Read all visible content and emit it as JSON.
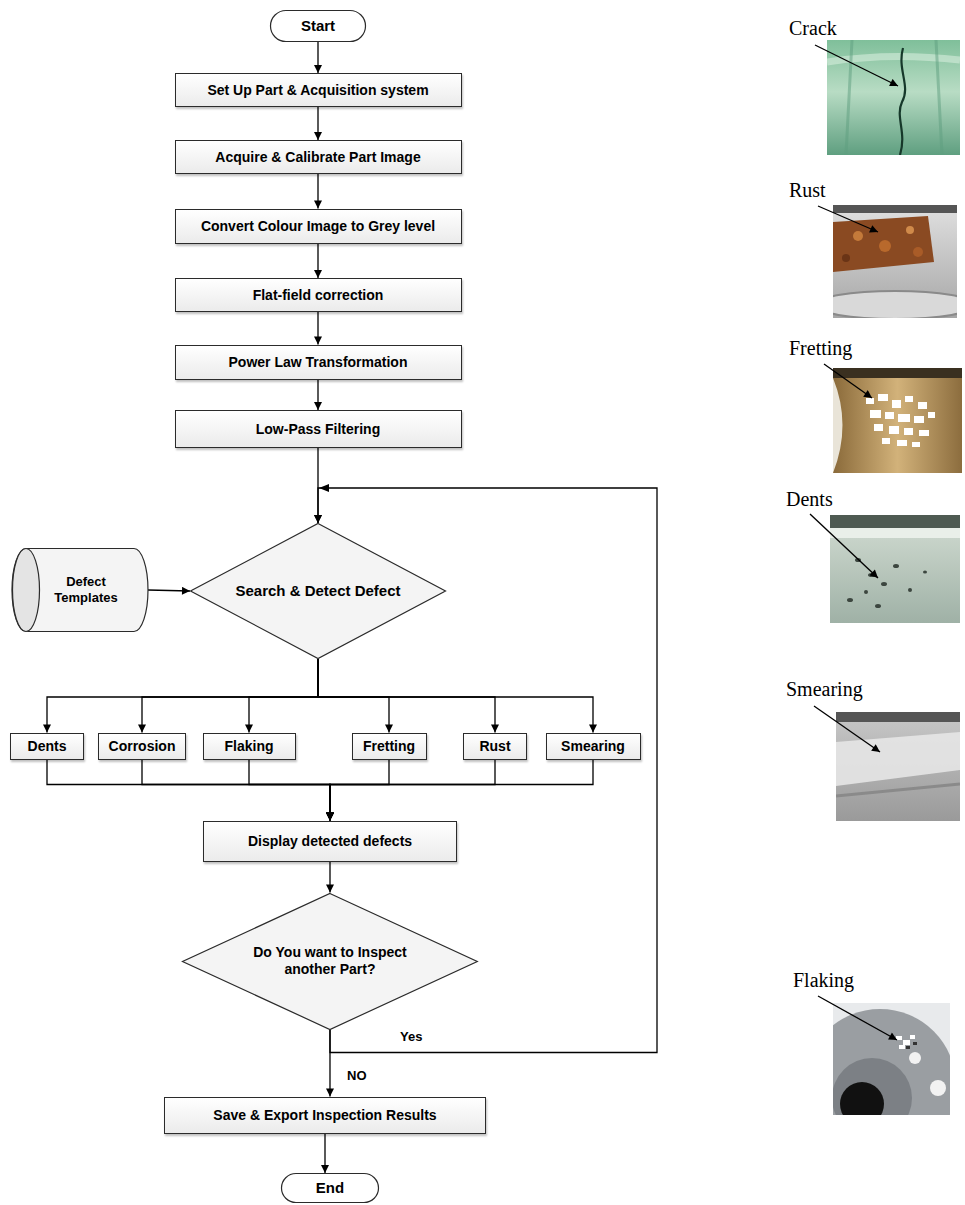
{
  "diagram": {
    "nodes": [
      {
        "text": [
          "Start"
        ]
      },
      {
        "text": [
          "Set Up Part & Acquisition system"
        ]
      },
      {
        "text": [
          "Acquire & Calibrate Part Image"
        ]
      },
      {
        "text": [
          "Convert Colour Image to Grey level"
        ]
      },
      {
        "text": [
          "Flat-field correction"
        ]
      },
      {
        "text": [
          "Power Law Transformation"
        ]
      },
      {
        "text": [
          "Low-Pass Filtering"
        ]
      },
      {
        "text": [
          "Defect Templates"
        ]
      },
      {
        "text": [
          "Search & Detect Defect"
        ]
      },
      {
        "text": [
          "Dents"
        ]
      },
      {
        "text": [
          "Corrosion"
        ]
      },
      {
        "text": [
          "Flaking"
        ]
      },
      {
        "text": [
          "Fretting"
        ]
      },
      {
        "text": [
          "Rust"
        ]
      },
      {
        "text": [
          "Smearing"
        ]
      },
      {
        "text": [
          "Display detected defects"
        ]
      },
      {
        "text": [
          "Do You want to Inspect another Part?"
        ]
      },
      {
        "text": [
          "Save & Export Inspection Results"
        ]
      },
      {
        "text": [
          "End"
        ]
      }
    ],
    "edges": [
      {
        "from": 0,
        "to": 1,
        "arrow": "to"
      },
      {
        "from": 1,
        "to": 2,
        "arrow": "to"
      },
      {
        "from": 2,
        "to": 3,
        "arrow": "to"
      },
      {
        "from": 3,
        "to": 4,
        "arrow": "to"
      },
      {
        "from": 4,
        "to": 5,
        "arrow": "to"
      },
      {
        "from": 5,
        "to": 6,
        "arrow": "to"
      },
      {
        "from": 6,
        "to": 8,
        "arrow": "to"
      },
      {
        "from": 7,
        "to": 8,
        "arrow": "to"
      },
      {
        "from": 8,
        "to": 9,
        "arrow": "to"
      },
      {
        "from": 8,
        "to": 10,
        "arrow": "to"
      },
      {
        "from": 8,
        "to": 11,
        "arrow": "to"
      },
      {
        "from": 8,
        "to": 12,
        "arrow": "to"
      },
      {
        "from": 8,
        "to": 13,
        "arrow": "to"
      },
      {
        "from": 8,
        "to": 14,
        "arrow": "to"
      },
      {
        "from": 9,
        "to": 15,
        "arrow": "to"
      },
      {
        "from": 10,
        "to": 15,
        "arrow": "to"
      },
      {
        "from": 11,
        "to": 15,
        "arrow": "to"
      },
      {
        "from": 12,
        "to": 15,
        "arrow": "to"
      },
      {
        "from": 13,
        "to": 15,
        "arrow": "to"
      },
      {
        "from": 14,
        "to": 15,
        "arrow": "to"
      },
      {
        "from": 15,
        "to": 16,
        "arrow": "to"
      },
      {
        "from": 16,
        "to": 8,
        "label": "Yes",
        "arrow": "to"
      },
      {
        "from": 16,
        "to": 17,
        "label": "NO",
        "arrow": "to"
      },
      {
        "from": 17,
        "to": 18,
        "arrow": "to"
      }
    ],
    "labels": [
      "Crack",
      "Rust",
      "Fretting",
      "Dents",
      "Smearing",
      "Flaking"
    ]
  }
}
